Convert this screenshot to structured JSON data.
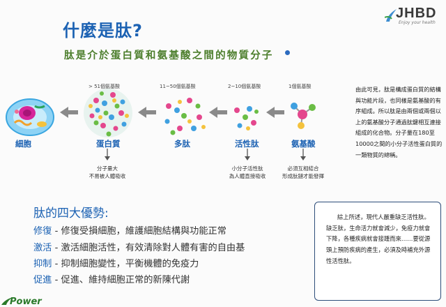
{
  "header": {
    "title": "什麼是肽?",
    "subtitle": "肽是介於蛋白質和氨基酸之間的物質分子"
  },
  "logo": {
    "name": "JHBD",
    "tagline": "Enjoy your health",
    "icon": "leaf-swoosh-icon"
  },
  "diagram": {
    "stages": [
      {
        "label": "細胞",
        "count": "",
        "note": []
      },
      {
        "label": "蛋白質",
        "count": "> 51個氨基酸",
        "note": [
          "分子量大",
          "不易被人體吸收"
        ]
      },
      {
        "label": "多肽",
        "count": "11~50個氨基酸",
        "note": []
      },
      {
        "label": "活性肽",
        "count": "2~10個氨基酸",
        "note": [
          "小分子活性肽",
          "為人體直接吸收"
        ]
      },
      {
        "label": "氨基酸",
        "count": "1個氨基酸",
        "note": [
          "必須互相結合",
          "形成肽鏈才能發揮"
        ]
      }
    ]
  },
  "description": "由此可見，肽是構成蛋白質的結構與功能片段，也同樣是氨基酸的有序組成。所以肽是由兩個或兩個以上的氨基酸分子通過肽鍵相互連接組成的化合物。分子量在180至10000之間的小分子活性蛋白質的一類物質的總稱。",
  "advantages": {
    "title": "肽的四大優勢:",
    "items": [
      {
        "key": "修復",
        "text": " - 修復受損細胞，維護細胞結構與功能正常"
      },
      {
        "key": "激活",
        "text": " - 激活細胞活性，有效清除對人體有害的自由基"
      },
      {
        "key": "抑制",
        "text": " - 抑制細胞變性，平衡機體的免疫力"
      },
      {
        "key": "促進",
        "text": " - 促進、維持細胞正常的新陳代謝"
      }
    ]
  },
  "summary_box": "綜上所述，現代人嚴重缺乏活性肽。缺乏肽，生命活力就會減少，免疫力就會下降，各種疾病就會接踵而來……要從源頭上預防疾病的產生，必須及時補充外源性活性肽。",
  "footer": {
    "brand": "Power"
  },
  "colors": {
    "accent": "#1c62b3",
    "green": "#4c7e2c",
    "box_border": "#2d4d7a"
  }
}
